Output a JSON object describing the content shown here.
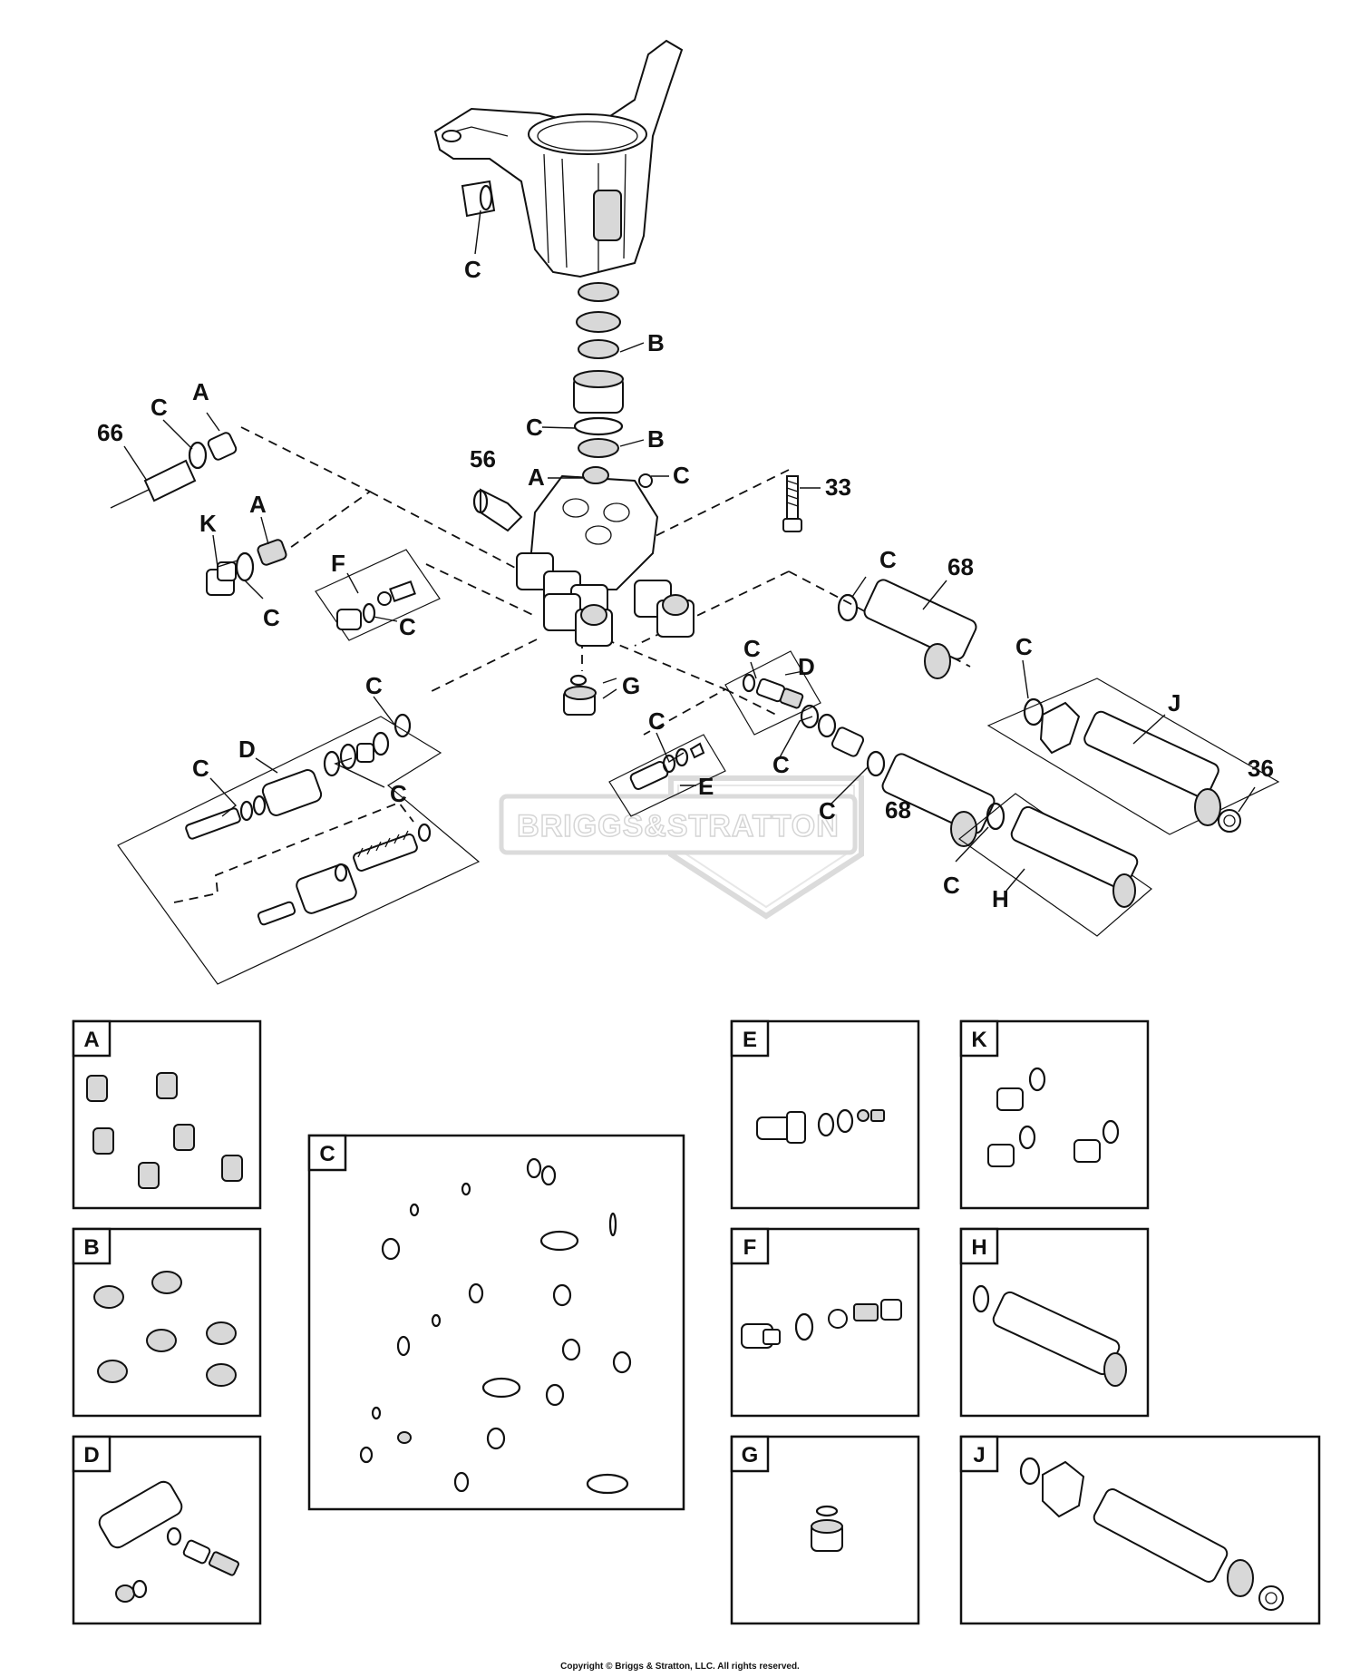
{
  "watermark": "BRIGGS&STRATTON",
  "copyright": "Copyright © Briggs & Stratton, LLC. All rights reserved.",
  "callouts": {
    "c_top": "C",
    "b_upper": "B",
    "c_mid": "C",
    "b_lower": "B",
    "a_mid": "A",
    "c_ball": "C",
    "n56": "56",
    "n33": "33",
    "n66": "66",
    "c_66": "C",
    "a_66": "A",
    "a_k": "A",
    "k_left": "K",
    "c_k": "C",
    "f_left": "F",
    "c_f": "C",
    "g_mid": "G",
    "c_d_small": "C",
    "d_small": "D",
    "c_68top": "C",
    "n68_top": "68",
    "c_j": "C",
    "j_right": "J",
    "n36": "36",
    "c_dl_top": "C",
    "c_dl_left": "C",
    "d_left": "D",
    "c_dl_right": "C",
    "c_e": "C",
    "e_mid": "E",
    "c_valve1": "C",
    "c_valve2": "C",
    "n68_bottom": "68",
    "c_h": "C",
    "h_right": "H"
  },
  "kits": {
    "a": "A",
    "b": "B",
    "c": "C",
    "d": "D",
    "e": "E",
    "f": "F",
    "g": "G",
    "h": "H",
    "j": "J",
    "k": "K"
  }
}
